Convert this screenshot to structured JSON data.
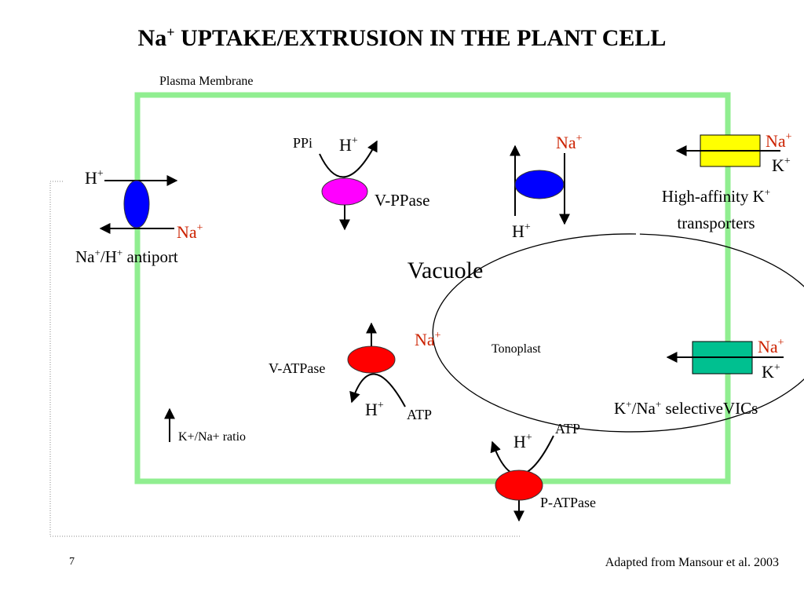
{
  "title": {
    "main": "Na",
    "sup": "+",
    "rest": " UPTAKE/EXTRUSION IN THE PLANT CELL"
  },
  "labels": {
    "plasma_membrane": "Plasma Membrane",
    "vacuole": "Vacuole",
    "tonoplast": "Tonoplast",
    "vppase": "V-PPase",
    "vatpase": "V-ATPase",
    "patpase": "P-ATPase",
    "ppi": "PPi",
    "atp": "ATP",
    "ratio": "K+/Na+ ratio",
    "page_number": "7",
    "credit": "Adapted from Mansour et al. 2003"
  },
  "ions": {
    "h": "H",
    "na": "Na",
    "k": "K",
    "plus": "+",
    "slash": "/"
  },
  "transporters": {
    "antiport_name": "antiport",
    "high_affinity_line1": "High-affinity K",
    "high_affinity_line2": "transporters",
    "vics_suffix": " selectiveVICs"
  },
  "colors": {
    "membrane": "#90ee90",
    "na_text": "#cc2200",
    "antiport": "#0000ff",
    "vppase": "#ff00ff",
    "vacuole_antiport": "#0000ff",
    "vatpase": "#ff0000",
    "patpase": "#ff0000",
    "high_affinity_box": "#ffff00",
    "vics_box": "#00c090"
  }
}
